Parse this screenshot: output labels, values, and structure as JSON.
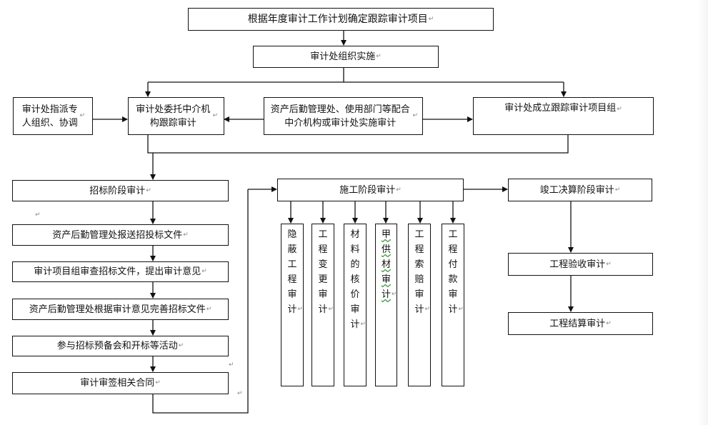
{
  "diagram": {
    "top": {
      "plan": "根据年度审计工作计划确定跟踪审计项目",
      "organize": "审计处组织实施"
    },
    "row2": {
      "assign": "审计处指派专人组织、协调",
      "entrust": "审计处委托中介机构跟踪审计",
      "cooperate": "资产后勤管理处、使用部门等配合中介机构或审计处实施审计",
      "team": "审计处成立跟踪审计项目组"
    },
    "bidding": {
      "title": "招标阶段审计",
      "steps": [
        "资产后勤管理处报送招投标文件",
        "审计项目组审查招标文件，提出审计意见",
        "资产后勤管理处根据审计意见完善招标文件",
        "参与招标预备会和开标等活动",
        "审计审签相关合同"
      ]
    },
    "construction": {
      "title": "施工阶段审计",
      "items": [
        "隐蔽工程审计",
        "工程变更审计",
        "材料的核价审计",
        "甲供材审计",
        "工程索赔审计",
        "工程付款审计"
      ]
    },
    "completion": {
      "title": "竣工决算阶段审计",
      "steps": [
        "工程验收审计",
        "工程结算审计"
      ]
    },
    "paragraph_mark": "↵"
  }
}
